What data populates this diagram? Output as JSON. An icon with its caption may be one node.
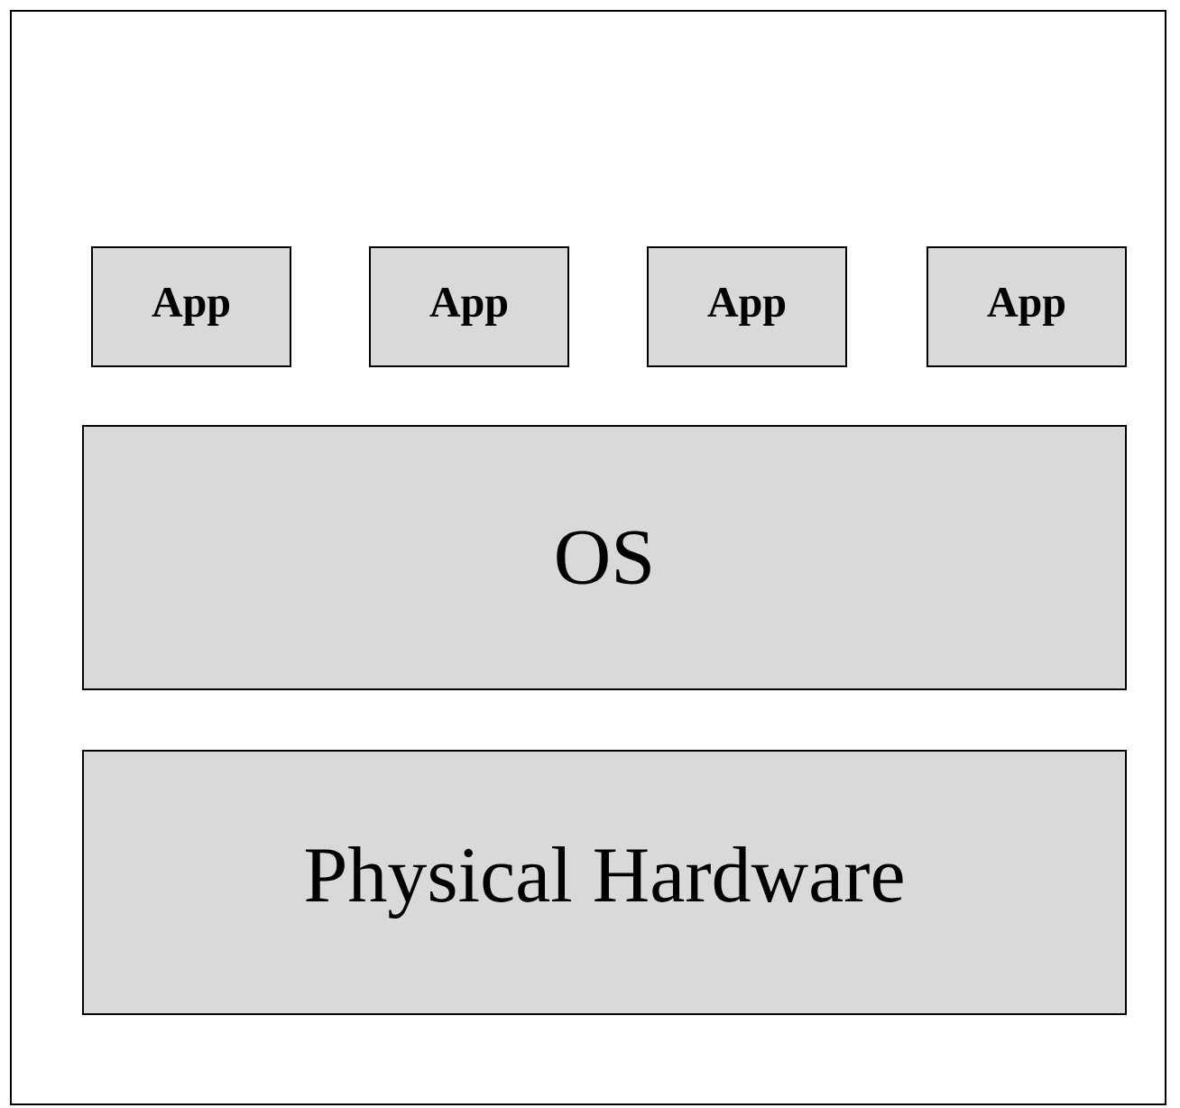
{
  "diagram": {
    "nodes": [
      {
        "text": [],
        "shape": "box"
      },
      {
        "text": [
          "App"
        ],
        "in": 0
      },
      {
        "text": [
          "App"
        ],
        "in": 0
      },
      {
        "text": [
          "App"
        ],
        "in": 0
      },
      {
        "text": [
          "App"
        ],
        "in": 0
      },
      {
        "text": [
          "OS"
        ],
        "in": 0
      },
      {
        "text": [
          "Physical Hardware"
        ],
        "in": 0
      }
    ]
  }
}
